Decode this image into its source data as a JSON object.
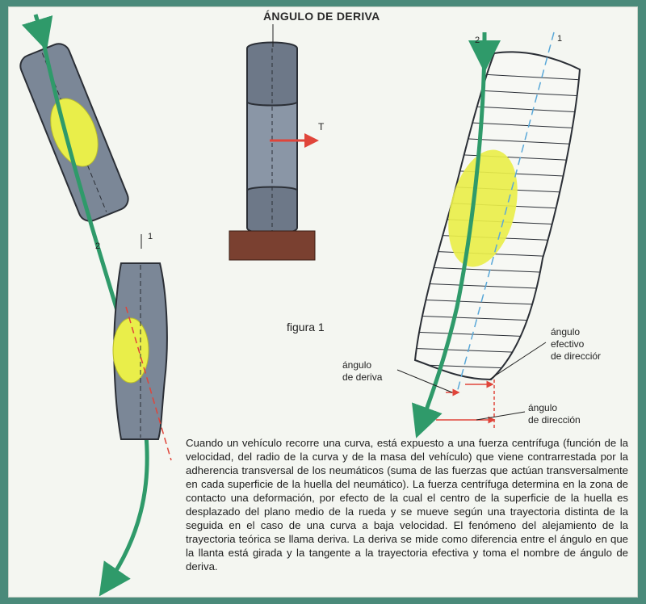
{
  "title": "ÁNGULO DE DERIVA",
  "figure_caption": "figura 1",
  "labels": {
    "num_1_top": "1",
    "num_2_top": "2",
    "num_1_left": "1",
    "num_2_left": "2",
    "force_t": "T",
    "angulo_deriva": [
      "ángulo",
      "de deriva"
    ],
    "angulo_efectivo": [
      "ángulo",
      "efectivo",
      "de direcciór"
    ],
    "angulo_direccion": [
      "ángulo",
      "de dirección"
    ]
  },
  "paragraph": "Cuando un vehículo recorre una curva, está expuesto a una fuerza centrífuga (función de la velocidad, del radio de la curva y de la masa del vehículo) que viene contrarrestada por la adherencia transversal de los neumáticos (suma de las fuerzas que actúan transversalmente en cada superficie de la huella del neumático). La fuerza centrífuga determina en la zona de contacto una deformación, por efecto de la cual el centro de la superficie de la huella es desplazado del plano medio de la rueda y se mueve según una trayectoria distinta de la seguida en el caso de una curva a baja velocidad. El fenómeno del alejamiento de la trayectoria teórica se llama deriva. La deriva se mide como diferencia entre el ángulo en que la llanta está girada y la tangente a la trayectoria efectiva y toma el nombre de ángulo de deriva.",
  "colors": {
    "trajectory_green": "#2f9a6a",
    "tire_gray": "#7b8797",
    "contact_yellow": "#e9ee4a",
    "force_red": "#e0453a",
    "ground_brown": "#7a4030"
  }
}
